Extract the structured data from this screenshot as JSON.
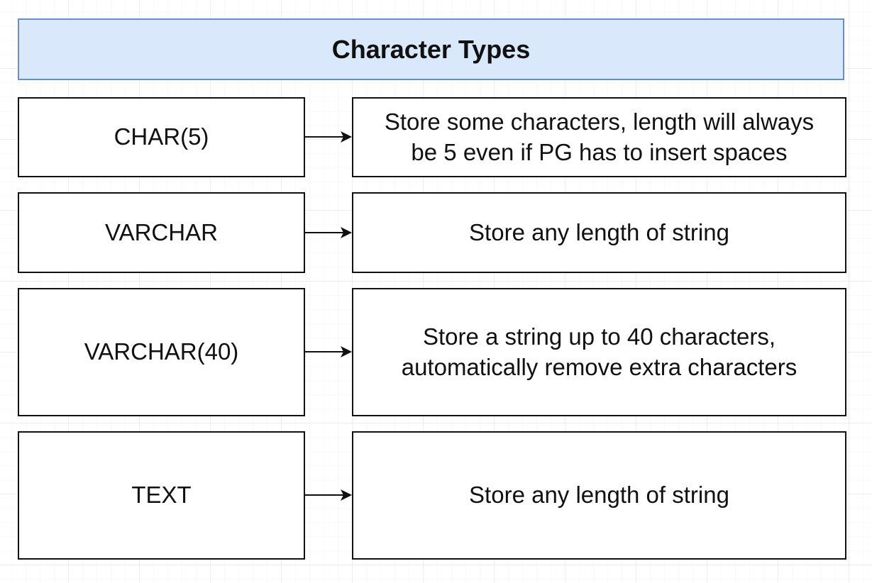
{
  "title": "Character Types",
  "rows": [
    {
      "type": "CHAR(5)",
      "description_lines": [
        "Store some characters, length will always",
        "be 5 even if PG has to insert spaces"
      ]
    },
    {
      "type": "VARCHAR",
      "description_lines": [
        "Store any length of string"
      ]
    },
    {
      "type": "VARCHAR(40)",
      "description_lines": [
        "Store a string up to 40 characters,",
        "automatically remove extra characters"
      ]
    },
    {
      "type": "TEXT",
      "description_lines": [
        "Store any length of string"
      ]
    }
  ],
  "colors": {
    "header_fill": "#dae8fc",
    "header_border": "#6c8ebf",
    "box_border": "#111111"
  }
}
